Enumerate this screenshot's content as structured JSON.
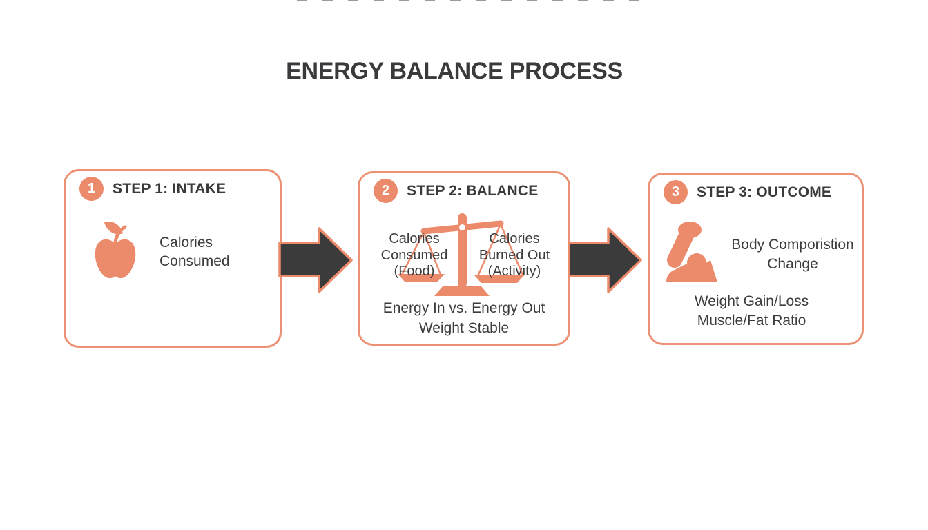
{
  "page": {
    "title": "ENERGY BALANCE PROCESS"
  },
  "colors": {
    "accent": "#EC8A6C",
    "accent_border": "#EC9174",
    "arrow": "#3B3B3B",
    "heading": "#3A3A3C",
    "text": "#3C3C3C",
    "background": "#FFFFFF"
  },
  "steps": [
    {
      "badge": "1",
      "title": "STEP 1: INTAKE",
      "icon": "apple-icon",
      "label": "Calories\nConsumed"
    },
    {
      "badge": "2",
      "title": "STEP 2: BALANCE",
      "icon": "balance-scale-icon",
      "left_pan_label": "Calories\nConsumed\n(Food)",
      "right_pan_label": "Calories\nBurned Out\n(Activity)",
      "caption_line1": "Energy In vs. Energy Out",
      "caption_line2": "Weight Stable"
    },
    {
      "badge": "3",
      "title": "STEP 3: OUTCOME",
      "icon": "bicep-icon",
      "label": "Body Comporistion\nChange",
      "caption_line1": "Weight Gain/Loss",
      "caption_line2": "Muscle/Fat Ratio"
    }
  ],
  "connectors": [
    {
      "name": "arrow-step1-step2",
      "direction": "right"
    },
    {
      "name": "arrow-step2-step3",
      "direction": "right"
    }
  ]
}
